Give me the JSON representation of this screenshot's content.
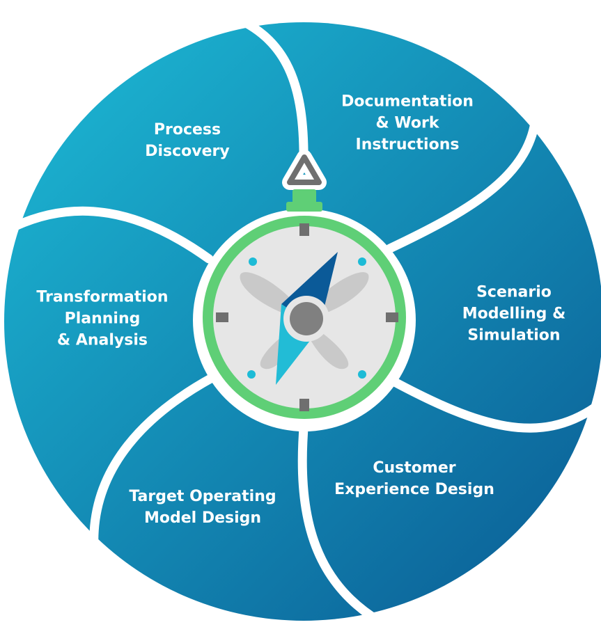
{
  "diagram": {
    "segments": [
      {
        "id": "process-discovery",
        "lines": [
          "Process",
          "Discovery"
        ]
      },
      {
        "id": "documentation",
        "lines": [
          "Documentation",
          "& Work",
          "Instructions"
        ]
      },
      {
        "id": "scenario",
        "lines": [
          "Scenario",
          "Modelling &",
          "Simulation"
        ]
      },
      {
        "id": "customer-experience",
        "lines": [
          "Customer",
          "Experience Design"
        ]
      },
      {
        "id": "target-operating",
        "lines": [
          "Target Operating",
          "Model Design"
        ]
      },
      {
        "id": "transformation",
        "lines": [
          "Transformation",
          "Planning",
          "& Analysis"
        ]
      }
    ],
    "icon": "compass-icon",
    "colors": {
      "segment_light": "#1dbbd6",
      "segment_dark": "#0a5a93",
      "ring": "#5fcf76",
      "face": "#e6e6e6",
      "needle_dark": "#0b5a98",
      "needle_light": "#22bcd6",
      "hub": "#808080"
    }
  }
}
